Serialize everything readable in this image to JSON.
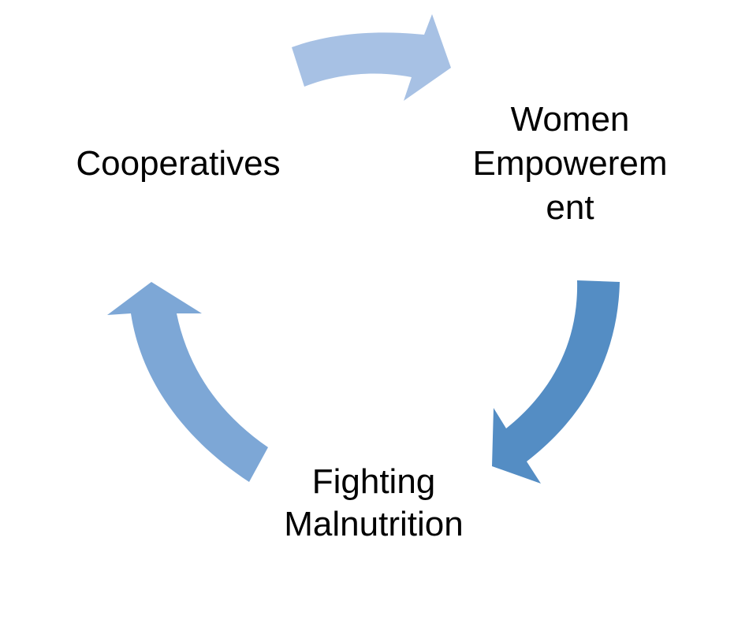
{
  "diagram": {
    "nodes": [
      {
        "id": "cooperatives",
        "lines": [
          "Cooperatives"
        ]
      },
      {
        "id": "women-empowerment",
        "lines": [
          "Women",
          "Empowerem",
          "ent"
        ]
      },
      {
        "id": "fighting-malnutrition",
        "lines": [
          "Fighting",
          "Malnutrition"
        ]
      }
    ],
    "arrows": [
      {
        "id": "arrow-cooperatives-to-women-empowerment",
        "color": "#A7C1E4"
      },
      {
        "id": "arrow-women-empowerment-to-fighting-malnutrition",
        "color": "#548DC4"
      },
      {
        "id": "arrow-fighting-malnutrition-to-cooperatives",
        "color": "#7DA7D6"
      }
    ]
  }
}
